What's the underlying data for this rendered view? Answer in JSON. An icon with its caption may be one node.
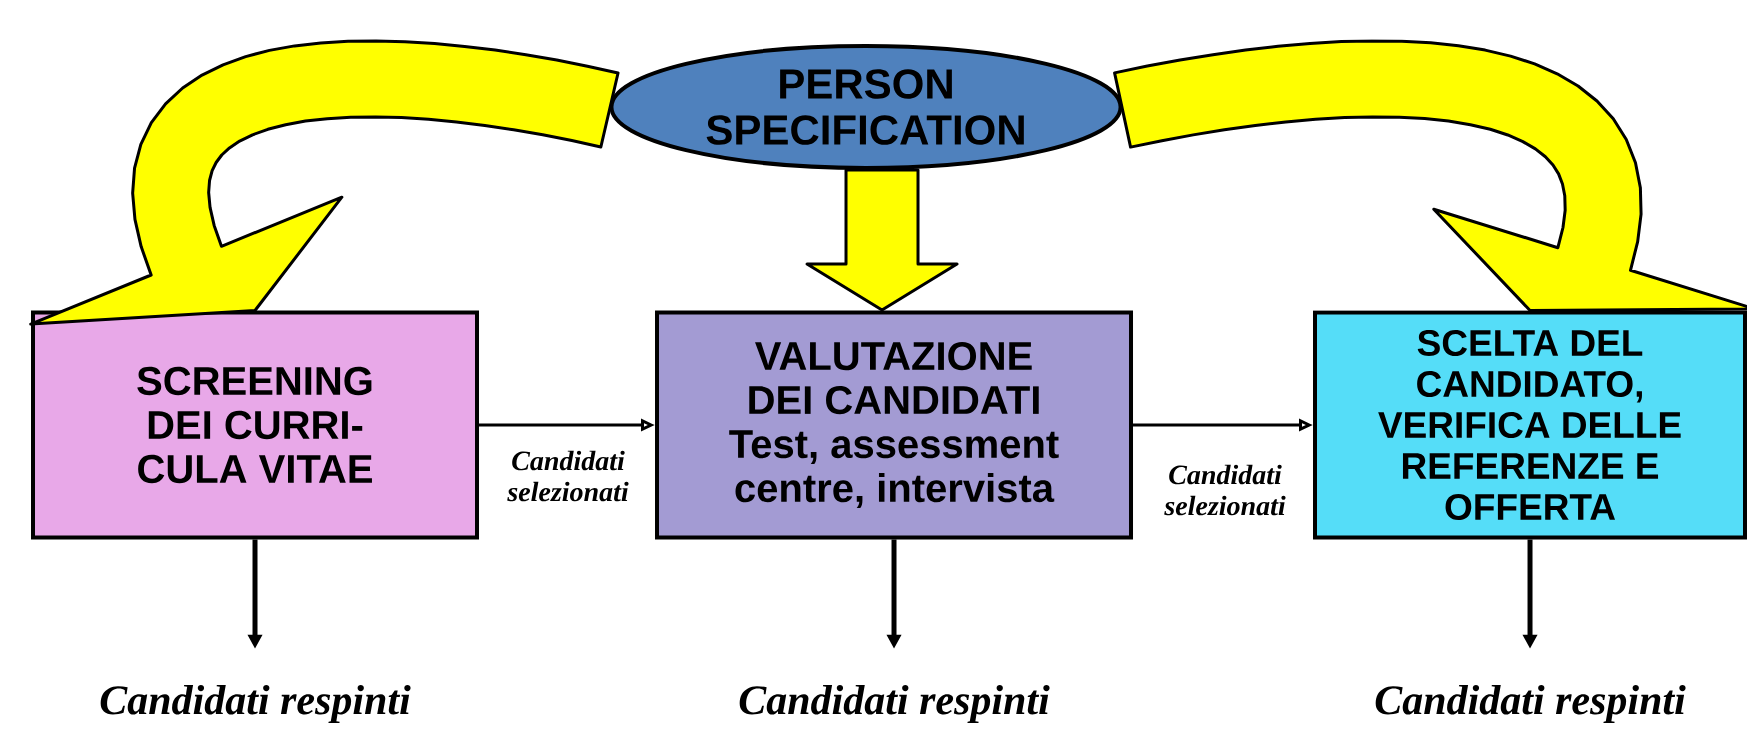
{
  "diagram": {
    "nodes": [
      {
        "text": [
          "PERSON SPECIFICATION"
        ]
      },
      {
        "text": [
          "SCREENING DEI CURRI- CULA VITAE"
        ]
      },
      {
        "text": [
          "VALUTAZIONE DEI CANDIDATI",
          "Test, assessment centre, intervista"
        ]
      },
      {
        "text": [
          "SCELTA DEL CANDIDATO, VERIFICA DELLE REFERENZE E OFFERTA"
        ]
      },
      {
        "text": [
          "Candidati respinti"
        ]
      },
      {
        "text": [
          "Candidati respinti"
        ]
      },
      {
        "text": [
          "Candidati respinti"
        ]
      }
    ],
    "edges": [
      {
        "from": 0,
        "to": 1,
        "arrow": "to",
        "style": "thick",
        "color": "#ffff00"
      },
      {
        "from": 0,
        "to": 2,
        "arrow": "to",
        "style": "thick",
        "color": "#ffff00"
      },
      {
        "from": 0,
        "to": 3,
        "arrow": "to",
        "style": "thick",
        "color": "#ffff00"
      },
      {
        "from": 1,
        "to": 2,
        "arrow": "to",
        "label": "Candidati selezionati"
      },
      {
        "from": 2,
        "to": 3,
        "arrow": "to",
        "label": "Candidati selezionati"
      },
      {
        "from": 1,
        "to": 4,
        "arrow": "to"
      },
      {
        "from": 2,
        "to": 5,
        "arrow": "to"
      },
      {
        "from": 3,
        "to": 6,
        "arrow": "to"
      }
    ]
  }
}
